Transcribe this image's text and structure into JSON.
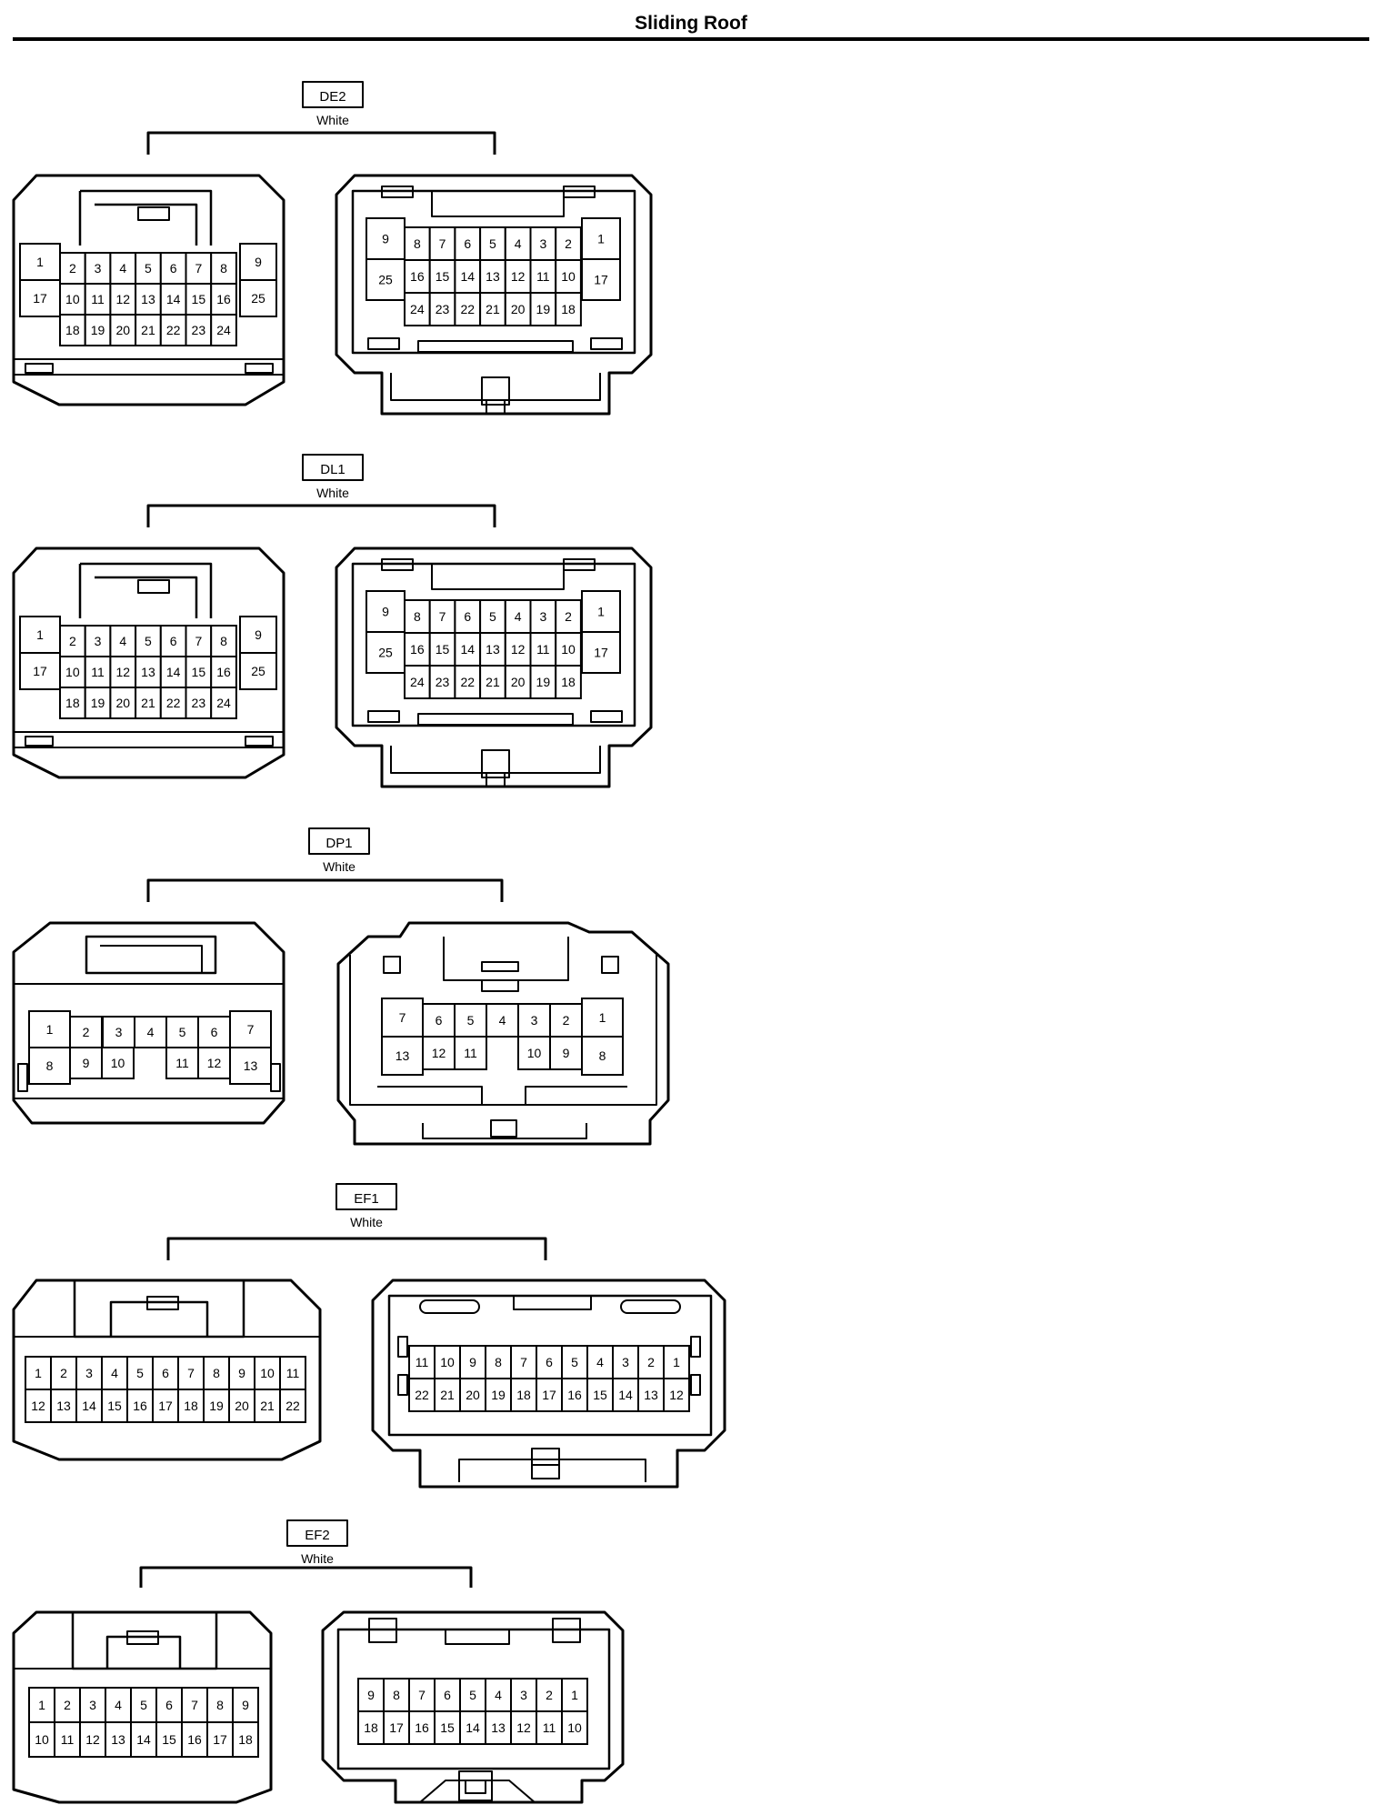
{
  "title": "Sliding Roof",
  "connectors": [
    {
      "code": "DE2",
      "color": "White",
      "left_rows": [
        [
          "1",
          "2",
          "3",
          "4",
          "5",
          "6",
          "7",
          "8",
          "9"
        ],
        [
          "17",
          "10",
          "11",
          "12",
          "13",
          "14",
          "15",
          "16",
          "25"
        ],
        [
          "18",
          "19",
          "20",
          "21",
          "22",
          "23",
          "24"
        ]
      ],
      "right_rows": [
        [
          "9",
          "8",
          "7",
          "6",
          "5",
          "4",
          "3",
          "2",
          "1"
        ],
        [
          "25",
          "16",
          "15",
          "14",
          "13",
          "12",
          "11",
          "10",
          "17"
        ],
        [
          "24",
          "23",
          "22",
          "21",
          "20",
          "19",
          "18"
        ]
      ]
    },
    {
      "code": "DL1",
      "color": "White",
      "left_rows": [
        [
          "1",
          "2",
          "3",
          "4",
          "5",
          "6",
          "7",
          "8",
          "9"
        ],
        [
          "17",
          "10",
          "11",
          "12",
          "13",
          "14",
          "15",
          "16",
          "25"
        ],
        [
          "18",
          "19",
          "20",
          "21",
          "22",
          "23",
          "24"
        ]
      ],
      "right_rows": [
        [
          "9",
          "8",
          "7",
          "6",
          "5",
          "4",
          "3",
          "2",
          "1"
        ],
        [
          "25",
          "16",
          "15",
          "14",
          "13",
          "12",
          "11",
          "10",
          "17"
        ],
        [
          "24",
          "23",
          "22",
          "21",
          "20",
          "19",
          "18"
        ]
      ]
    },
    {
      "code": "DP1",
      "color": "White",
      "left_rows": [
        [
          "1",
          "2",
          "3",
          "4",
          "5",
          "6",
          "7"
        ],
        [
          "8",
          "9",
          "10",
          "11",
          "12",
          "13"
        ]
      ],
      "right_rows": [
        [
          "7",
          "6",
          "5",
          "4",
          "3",
          "2",
          "1"
        ],
        [
          "13",
          "12",
          "11",
          "10",
          "9",
          "8"
        ]
      ]
    },
    {
      "code": "EF1",
      "color": "White",
      "left_rows": [
        [
          "1",
          "2",
          "3",
          "4",
          "5",
          "6",
          "7",
          "8",
          "9",
          "10",
          "11"
        ],
        [
          "12",
          "13",
          "14",
          "15",
          "16",
          "17",
          "18",
          "19",
          "20",
          "21",
          "22"
        ]
      ],
      "right_rows": [
        [
          "11",
          "10",
          "9",
          "8",
          "7",
          "6",
          "5",
          "4",
          "3",
          "2",
          "1"
        ],
        [
          "22",
          "21",
          "20",
          "19",
          "18",
          "17",
          "16",
          "15",
          "14",
          "13",
          "12"
        ]
      ]
    },
    {
      "code": "EF2",
      "color": "White",
      "left_rows": [
        [
          "1",
          "2",
          "3",
          "4",
          "5",
          "6",
          "7",
          "8",
          "9"
        ],
        [
          "10",
          "11",
          "12",
          "13",
          "14",
          "15",
          "16",
          "17",
          "18"
        ]
      ],
      "right_rows": [
        [
          "9",
          "8",
          "7",
          "6",
          "5",
          "4",
          "3",
          "2",
          "1"
        ],
        [
          "18",
          "17",
          "16",
          "15",
          "14",
          "13",
          "12",
          "11",
          "10"
        ]
      ]
    }
  ]
}
